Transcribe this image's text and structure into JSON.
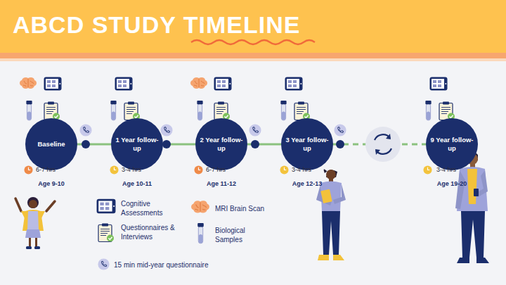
{
  "diagram": {
    "title": "ABCD STUDY TIMELINE",
    "nodes": [
      {
        "text": [
          "Baseline"
        ]
      },
      {
        "text": [
          "1 Year follow-up"
        ]
      },
      {
        "text": [
          "2 Year follow-up"
        ]
      },
      {
        "text": [
          "3 Year follow-up"
        ]
      },
      {
        "text": [
          "9 Year follow-up"
        ]
      }
    ],
    "edges": [
      {
        "from": 0,
        "to": 1,
        "arrow": "none"
      },
      {
        "from": 1,
        "to": 2,
        "arrow": "none"
      },
      {
        "from": 2,
        "to": 3,
        "arrow": "none"
      },
      {
        "from": 3,
        "to": 4,
        "arrow": "none"
      }
    ],
    "labels": [
      "6-7 hrs",
      "Age 9-10",
      "3-4 hrs",
      "Age 10-11",
      "6-7 hrs",
      "Age 11-12",
      "3-4 hrs",
      "Age 12-13",
      "3-4 hrs",
      "Age 19-20"
    ],
    "legend": [
      {
        "text": "Cognitive Assessments"
      },
      {
        "text": "Questionnaires & Interviews"
      },
      {
        "text": "MRI Brain Scan"
      },
      {
        "text": "Biological Samples"
      },
      {
        "text": "15 min mid-year questionnaire"
      }
    ]
  }
}
